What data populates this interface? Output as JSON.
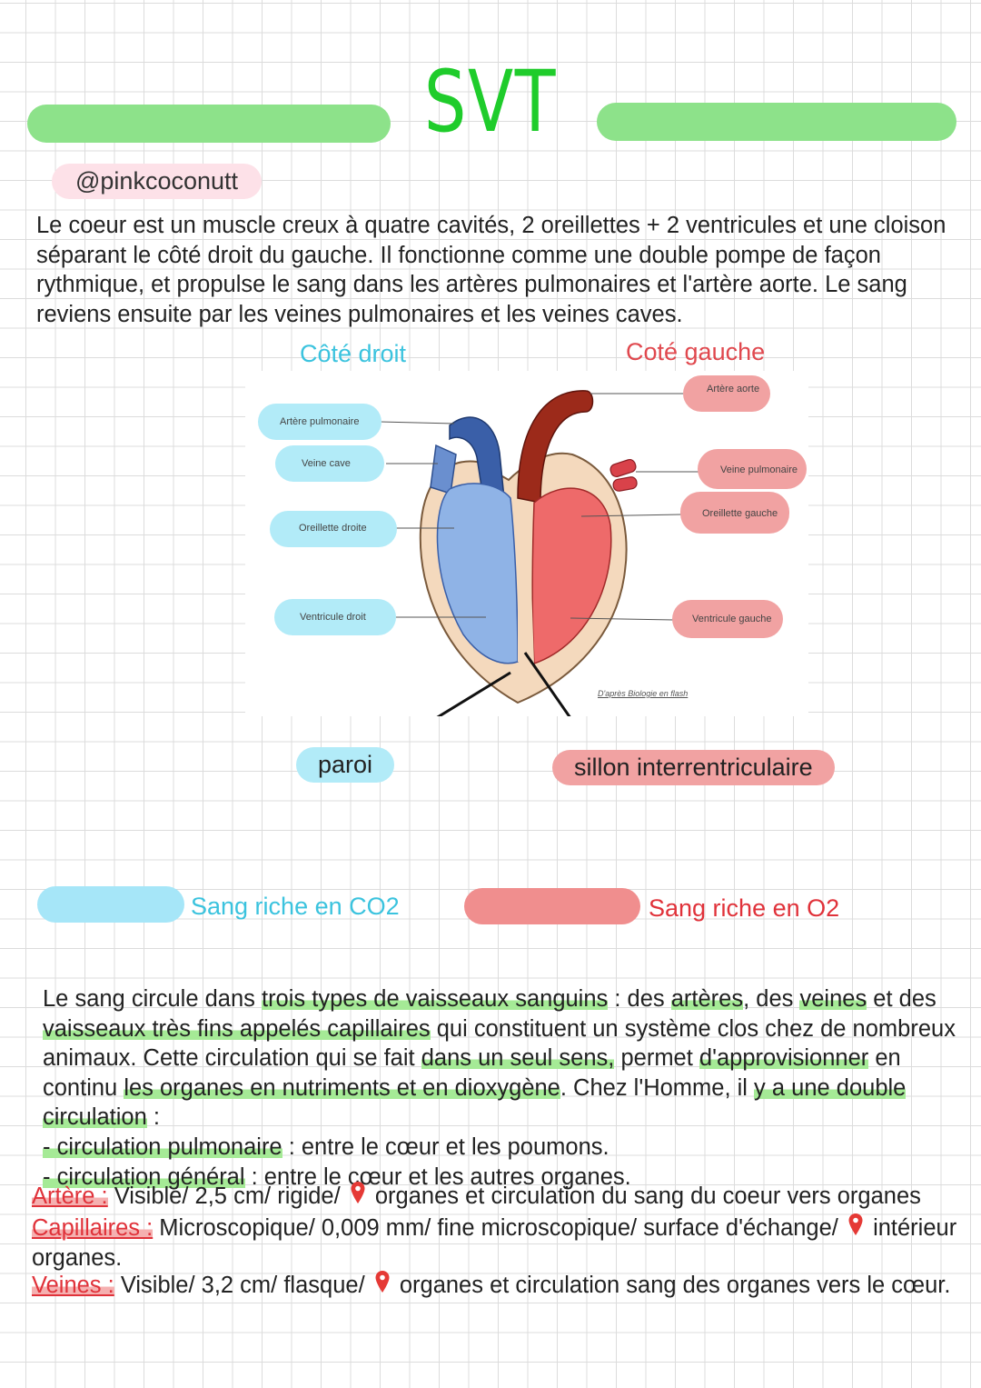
{
  "title": "SVT",
  "handle": "@pinkcoconutt",
  "intro": "Le coeur est un muscle creux à quatre cavités, 2 oreillettes + 2 ventricules et une cloison séparant le côté droit du gauche. Il fonctionne comme une double pompe de façon rythmique, et propulse le sang dans les artères pulmonaires et l'artère aorte. Le sang reviens ensuite par les veines pulmonaires et les veines caves.",
  "sides": {
    "right": "Côté droit",
    "left": "Coté gauche"
  },
  "diagram": {
    "labels_right_side": [
      "Artère pulmonaire",
      "Veine cave",
      "Oreillette droite",
      "Ventricule droit"
    ],
    "labels_left_side": [
      "Artère aorte",
      "Veine pulmonaire",
      "Oreillette gauche",
      "Ventricule gauche"
    ],
    "credit": "D'après Biologie en flash",
    "callouts": {
      "wall": "paroi",
      "groove": "sillon interrentriculaire"
    }
  },
  "legend": {
    "co2": {
      "label": "Sang riche en CO2",
      "color": "#a6e6f8"
    },
    "o2": {
      "label": "Sang riche en O2",
      "color": "#f08e8e"
    }
  },
  "circulation": {
    "s1": "Le sang circule dans ",
    "h1": "trois types de vaisseaux sanguins",
    "s2": " : des ",
    "h2": "artères",
    "s3": ", des ",
    "h3": "veines",
    "s4": " et des ",
    "h4": "vaisseaux très fins appelés capillaires",
    "s5": " qui constituent un système clos chez de nombreux animaux. Cette circulation qui se fait ",
    "h5": "dans un seul sens,",
    "s6": " permet ",
    "h6": "d'approvisionner",
    "s7": " en continu ",
    "h7": "les organes en nutriments et en dioxygène",
    "s8": ". Chez l'Homme, il ",
    "h8": "y a une double circulation",
    "s9": " :",
    "b1h": "- circulation pulmonaire",
    "b1t": " : entre le cœur et les poumons.",
    "b2h": "- circulation général",
    "b2t": " : entre le cœur et les autres organes."
  },
  "vessels": [
    {
      "term": "Artère :",
      "text1": " Visible/ 2,5 cm/ rigide/ ",
      "text2": " organes et circulation du sang du coeur vers organes"
    },
    {
      "term": "Capillaires :",
      "text1": " Microscopique/ 0,009 mm/ fine microscopique/ surface d'échange/ ",
      "text2": " intérieur organes."
    },
    {
      "term": "Veines :",
      "text1": " Visible/ 3,2 cm/ flasque/ ",
      "text2": " organes et circulation sang des organes vers le cœur."
    }
  ],
  "icons": {
    "pin": "location-pin-icon"
  }
}
